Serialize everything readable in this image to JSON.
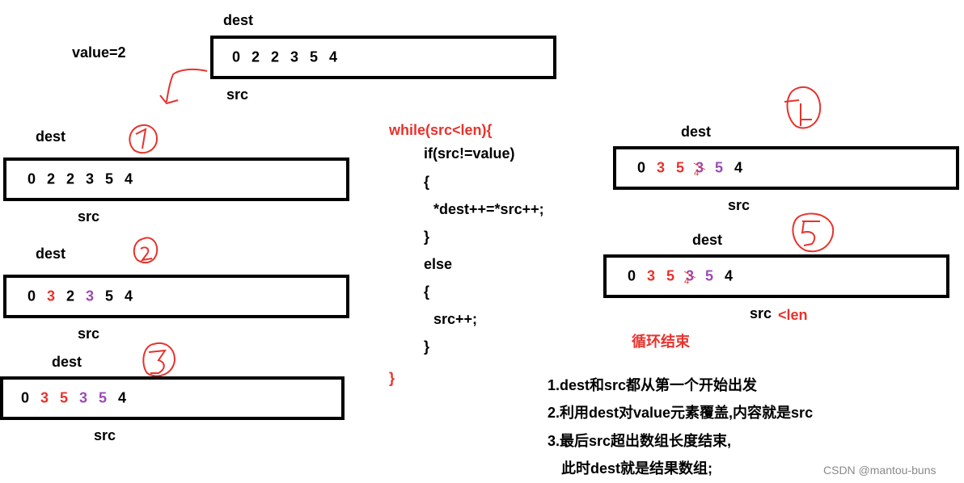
{
  "value_label": "value=2",
  "dest_label": "dest",
  "src_label": "src",
  "src_len_label": "<len",
  "initial": {
    "digits": [
      "0",
      "2",
      "2",
      "3",
      "5",
      "4"
    ]
  },
  "steps": [
    {
      "circle": "1",
      "digits": [
        "0",
        "2",
        "2",
        "3",
        "5",
        "4"
      ],
      "colors": [
        "k",
        "k",
        "k",
        "k",
        "k",
        "k"
      ]
    },
    {
      "circle": "2",
      "digits": [
        "0",
        "3",
        "2",
        "3",
        "5",
        "4"
      ],
      "colors": [
        "k",
        "r",
        "k",
        "p",
        "k",
        "k"
      ]
    },
    {
      "circle": "3",
      "digits": [
        "0",
        "3",
        "5",
        "3",
        "5",
        "4"
      ],
      "colors": [
        "k",
        "r",
        "r",
        "p",
        "p",
        "k"
      ]
    },
    {
      "circle": "4",
      "digits": [
        "0",
        "3",
        "5",
        "3",
        "5",
        "4"
      ],
      "colors": [
        "k",
        "r",
        "r",
        "p",
        "p",
        "k"
      ],
      "overwrite": "4"
    },
    {
      "circle": "5",
      "digits": [
        "0",
        "3",
        "5",
        "3",
        "5",
        "4"
      ],
      "colors": [
        "k",
        "r",
        "r",
        "p",
        "p",
        "k"
      ],
      "overwrite": "4"
    }
  ],
  "code": [
    "while(src<len){",
    "if(src!=value)",
    "{",
    "*dest++=*src++;",
    "}",
    "else",
    "{",
    "src++;",
    "}",
    "}"
  ],
  "loop_end": "循环结束",
  "notes": [
    "1.dest和src都从第一个开始出发",
    "2.利用dest对value元素覆盖,内容就是src",
    "3.最后src超出数组长度结束,",
    "此时dest就是结果数组;"
  ],
  "watermark": "CSDN @mantou-buns",
  "colors": {
    "red": "#e8322c",
    "purple": "#9b4bb3",
    "black": "#000000"
  }
}
